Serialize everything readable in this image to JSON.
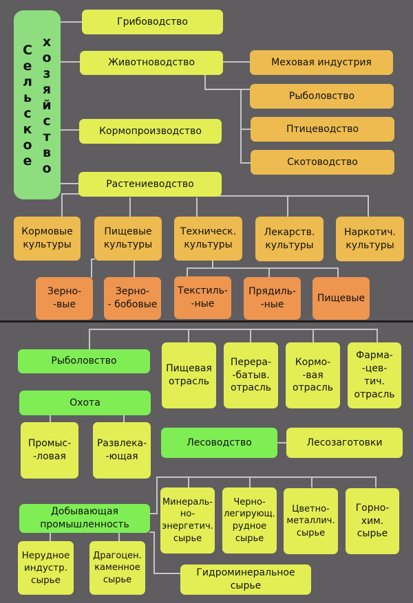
{
  "colors": {
    "background": "#5f5d5f",
    "root": "#8ede80",
    "yellow_green": "#e3ee55",
    "orange": "#edbb4f",
    "dark_orange": "#ee9550",
    "green": "#7fee55",
    "connector": "#c6c6c6",
    "divider": "#1c1c1c"
  },
  "agriculture": {
    "root": {
      "word1": "Сельское",
      "word2": "хозяйство"
    },
    "branches": {
      "mushroom": "Грибоводство",
      "livestock": "Животноводство",
      "fodder": "Кормопроизводство",
      "crops": "Растениеводство"
    },
    "livestock_children": {
      "fur": "Меховая индустрия",
      "fishing": "Рыболовство",
      "poultry": "Птицеводство",
      "cattle": "Скотоводство"
    },
    "crop_children": {
      "fodder_crops": "Кормовые\nкультуры",
      "food_crops": "Пищевые\nкультуры",
      "technical_crops": "Техническ.\nкультуры",
      "medicinal_crops": "Лекарств.\nкультуры",
      "narcotic_crops": "Наркотич.\nкультуры"
    },
    "food_crop_children": {
      "grain": "Зерно-\n-вые",
      "legumes": "Зерно-\n- бобовые"
    },
    "technical_crop_children": {
      "textile": "Текстиль-\n-ные",
      "spinning": "Прядиль-\n-ные",
      "food": "Пищевые"
    }
  },
  "other": {
    "fishing": {
      "label": "Рыболовство",
      "children": {
        "food": "Пищевая\nотрасль",
        "processing": "Перера-\n-батыв.\nотрасль",
        "feed": "Кормо-\n-вая\nотрасль",
        "pharma": "Фарма-\n-цев-\nтич.\nотрасль"
      }
    },
    "hunting": {
      "label": "Охота",
      "children": {
        "commercial": "Промыс-\n-ловая",
        "recreational": "Развлека-\n-ющая"
      }
    },
    "forestry": {
      "label": "Лесоводство",
      "child": "Лесозаготовки"
    },
    "mining": {
      "label": "Добывающая\nпромышленность",
      "children": {
        "mineral_energy": "Минераль-\nно-\nэнергетич.\nсырье",
        "ferrous": "Черно-\nлегирующ.\nрудное\nсырье",
        "nonferrous": "Цветно-\nметаллич.\nсырье",
        "mining_chem": "Горно-\nхим.\nсырье",
        "nonmetallic": "Нерудное\nиндустр.\nсырье",
        "gemstone": "Драгоцен.\nкаменное\nсырье",
        "hydromineral": "Гидроминеральное\nсырье"
      }
    }
  }
}
